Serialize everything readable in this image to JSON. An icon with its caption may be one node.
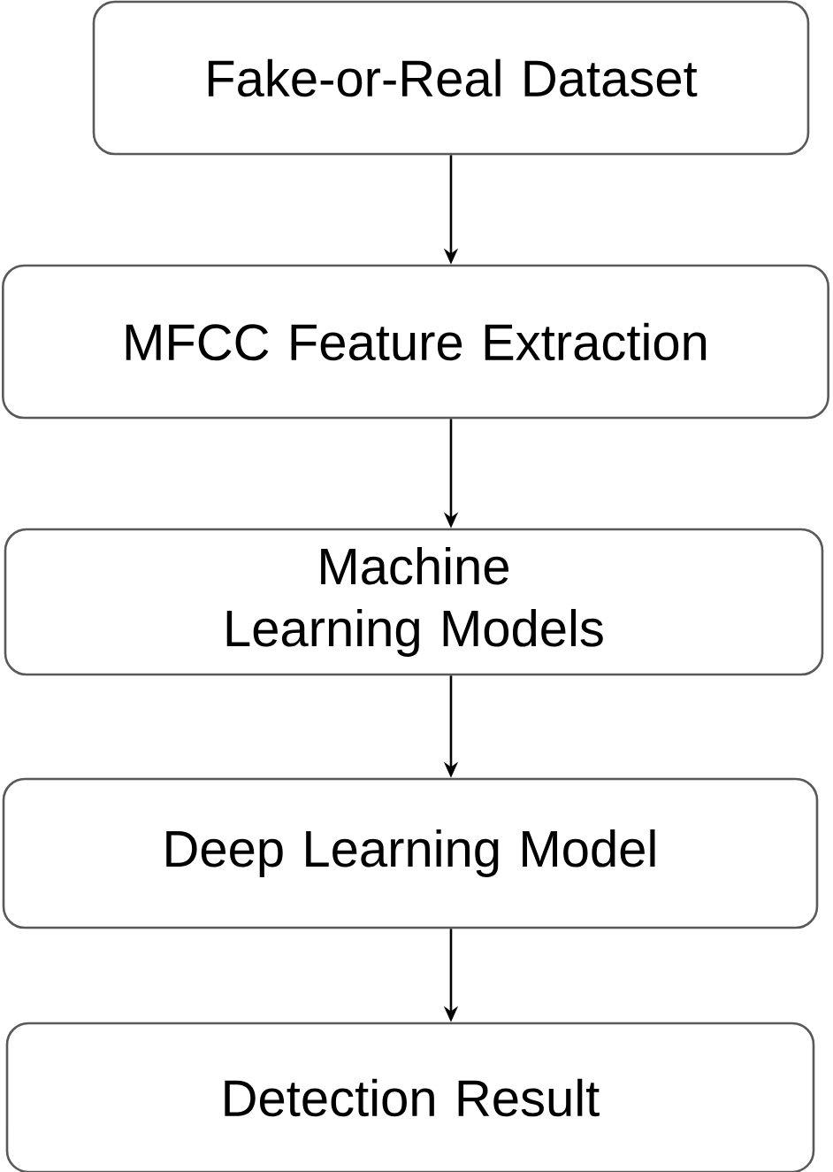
{
  "diagram": {
    "nodes": [
      {
        "text": [
          "Fake-or-Real Dataset"
        ]
      },
      {
        "text": [
          "MFCC Feature Extraction"
        ]
      },
      {
        "text": [
          "Machine Learning Models"
        ]
      },
      {
        "text": [
          "Deep Learning Model"
        ]
      },
      {
        "text": [
          "Detection Result"
        ]
      }
    ],
    "edges": [
      {
        "from": 0,
        "to": 1,
        "arrow": "to"
      },
      {
        "from": 1,
        "to": 2,
        "arrow": "to"
      },
      {
        "from": 2,
        "to": 3,
        "arrow": "to"
      },
      {
        "from": 3,
        "to": 4,
        "arrow": "to"
      }
    ]
  }
}
